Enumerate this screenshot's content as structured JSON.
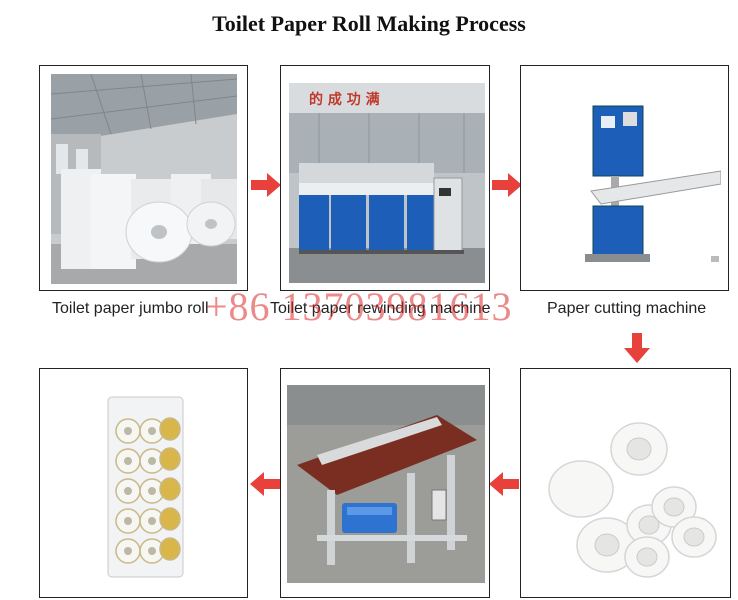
{
  "title": "Toilet Paper Roll Making Process",
  "steps": [
    {
      "label": "Toilet paper jumbo roll"
    },
    {
      "label": "Toilet paper rewinding machine"
    },
    {
      "label": "Paper cutting machine"
    },
    {
      "label": ""
    },
    {
      "label": ""
    },
    {
      "label": ""
    }
  ],
  "machine_banner": "的 成 功 满",
  "watermark": "+86 13703981613",
  "colors": {
    "arrow": "#e8413c",
    "machine_blue": "#1d5fb8",
    "floor": "#7a7a7a"
  }
}
